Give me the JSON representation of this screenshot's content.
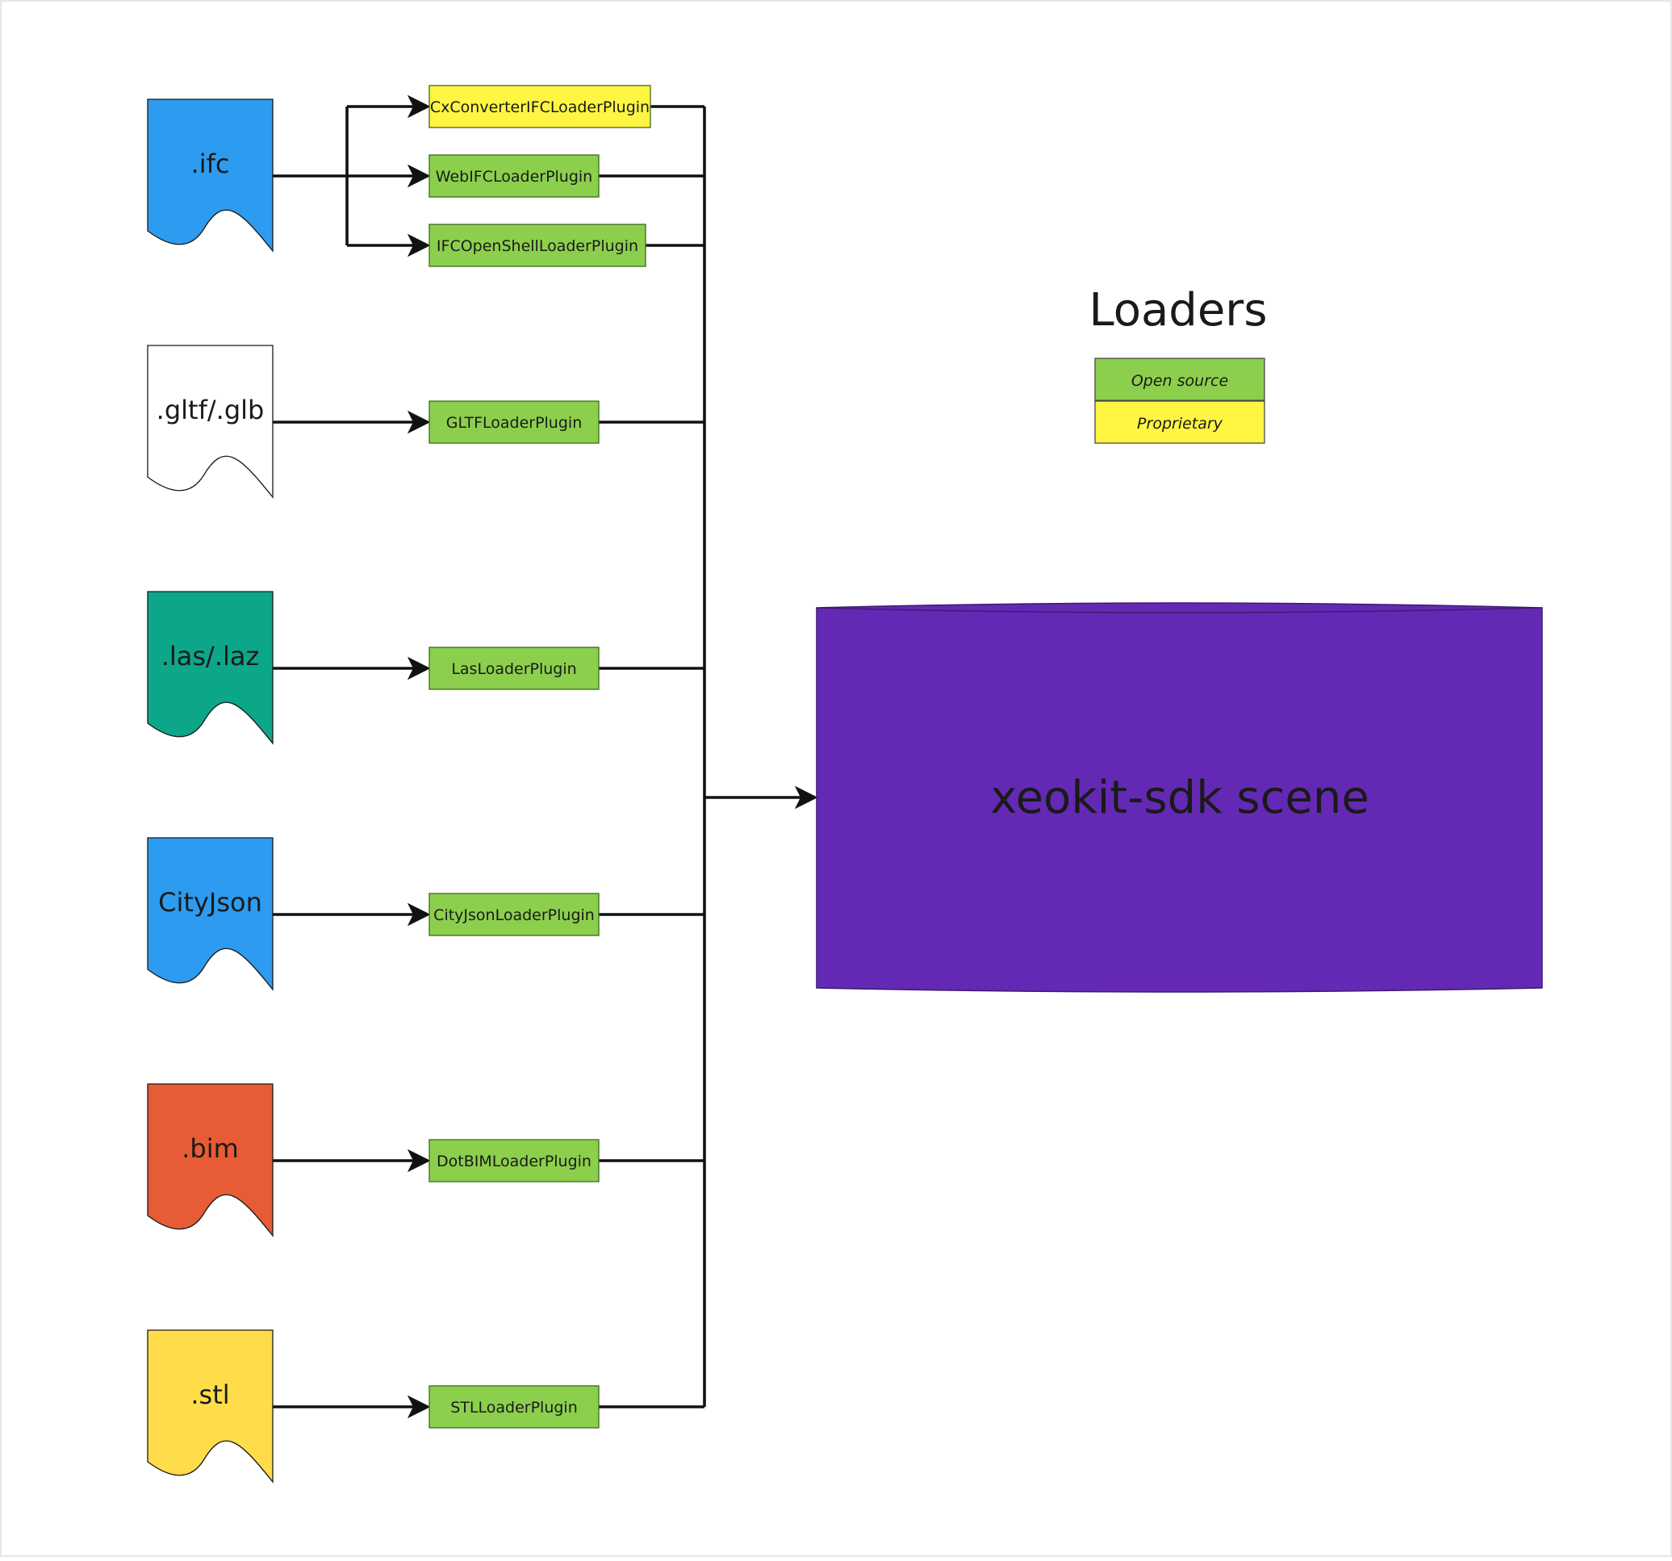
{
  "legend": {
    "title": "Loaders",
    "items": [
      {
        "label": "Open source",
        "color": "#8ccf4d"
      },
      {
        "label": "Proprietary",
        "color": "#fff542"
      }
    ]
  },
  "scene": {
    "label": "xeokit-sdk scene",
    "color": "#6429b4"
  },
  "formats": [
    {
      "label": ".ifc",
      "color": "#2d9bf0",
      "plugins": [
        "CxConverterIFCLoaderPlugin",
        "WebIFCLoaderPlugin",
        "IFCOpenShellLoaderPlugin"
      ]
    },
    {
      "label": ".gltf/.glb",
      "color": "#ffffff",
      "plugins": [
        "GLTFLoaderPlugin"
      ]
    },
    {
      "label": ".las/.laz",
      "color": "#0ca789",
      "plugins": [
        "LasLoaderPlugin"
      ]
    },
    {
      "label": "CityJson",
      "color": "#2d9bf0",
      "plugins": [
        "CityJsonLoaderPlugin"
      ]
    },
    {
      "label": ".bim",
      "color": "#e75c35",
      "plugins": [
        "DotBIMLoaderPlugin"
      ]
    },
    {
      "label": ".stl",
      "color": "#ffdc4a",
      "plugins": [
        "STLLoaderPlugin"
      ]
    }
  ],
  "plugin_colors": {
    "CxConverterIFCLoaderPlugin": "#fff542",
    "WebIFCLoaderPlugin": "#8ccf4d",
    "IFCOpenShellLoaderPlugin": "#8ccf4d",
    "GLTFLoaderPlugin": "#8ccf4d",
    "LasLoaderPlugin": "#8ccf4d",
    "CityJsonLoaderPlugin": "#8ccf4d",
    "DotBIMLoaderPlugin": "#8ccf4d",
    "STLLoaderPlugin": "#8ccf4d"
  }
}
